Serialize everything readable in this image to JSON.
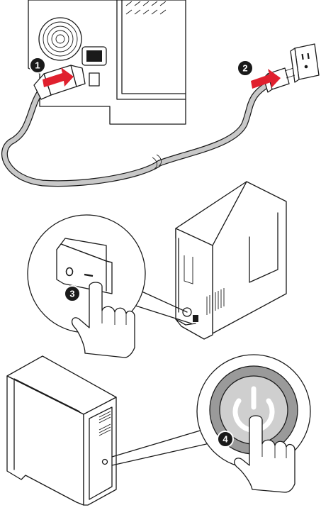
{
  "steps": [
    {
      "number": "1",
      "color": "#1a1a1a"
    },
    {
      "number": "2",
      "color": "#1a1a1a"
    },
    {
      "number": "3",
      "color": "#1a1a1a"
    },
    {
      "number": "4",
      "color": "#1a1a1a"
    }
  ],
  "switch_symbols": {
    "off": "O",
    "on": "–"
  },
  "colors": {
    "arrow": "#e0202e",
    "cable": "#c8c8c8",
    "button_ring": "#9a9a9a",
    "outline": "#1a1a1a"
  },
  "icons": [
    "power-supply",
    "power-cable",
    "wall-outlet",
    "rocker-switch",
    "pointing-hand",
    "pc-case",
    "power-button",
    "power-symbol"
  ]
}
